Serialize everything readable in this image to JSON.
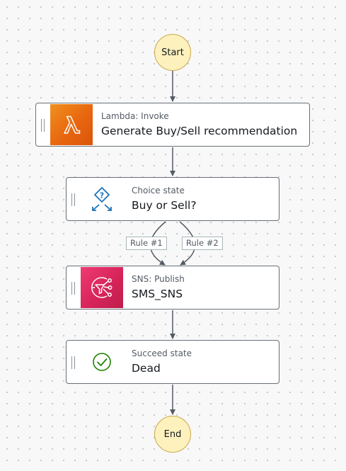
{
  "workflow": {
    "start_label": "Start",
    "end_label": "End",
    "states": [
      {
        "type_label": "Lambda: Invoke",
        "name": "Generate Buy/Sell recommendation",
        "icon": "lambda-icon",
        "icon_color": "#ed7100"
      },
      {
        "type_label": "Choice state",
        "name": "Buy or Sell?",
        "icon": "choice-icon",
        "icon_color": "#1a73b8"
      },
      {
        "type_label": "SNS: Publish",
        "name": "SMS_SNS",
        "icon": "sns-icon",
        "icon_color": "#e7157b"
      },
      {
        "type_label": "Succeed state",
        "name": "Dead",
        "icon": "check-circle-icon",
        "icon_color": "#1d8102"
      }
    ],
    "choice_rules": [
      "Rule #1",
      "Rule #2"
    ]
  }
}
